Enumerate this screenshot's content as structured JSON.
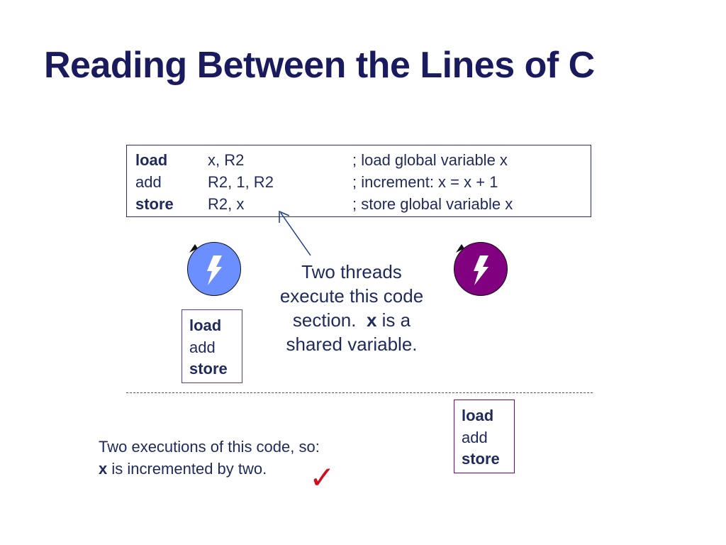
{
  "slide": {
    "title": "Reading Between the Lines of C"
  },
  "code": {
    "rows": [
      {
        "op": "load",
        "args": "x, R2",
        "comment": "; load global variable x"
      },
      {
        "op": "add",
        "args": "R2, 1, R2",
        "comment": "; increment: x = x + 1"
      },
      {
        "op": "store",
        "args": "R2, x",
        "comment": "; store global variable x"
      }
    ]
  },
  "threads": {
    "left": {
      "color": "#6b8fff",
      "border_color": "#5a3a8c"
    },
    "right": {
      "color": "#800080",
      "border_color": "#800080"
    }
  },
  "sequence_left": {
    "load": "load",
    "add": "add",
    "store": "store"
  },
  "sequence_right": {
    "load": "load",
    "add": "add",
    "store": "store"
  },
  "caption": {
    "line1": "Two threads",
    "line2": "execute this code",
    "line3_pre": "section.  ",
    "line3_var": "x",
    "line3_post": " is a",
    "line4": "shared variable."
  },
  "conclusion": {
    "line1": "Two executions of this code, so:",
    "line2_var": "x",
    "line2_post": " is incremented by two."
  },
  "check_glyph": "✓"
}
